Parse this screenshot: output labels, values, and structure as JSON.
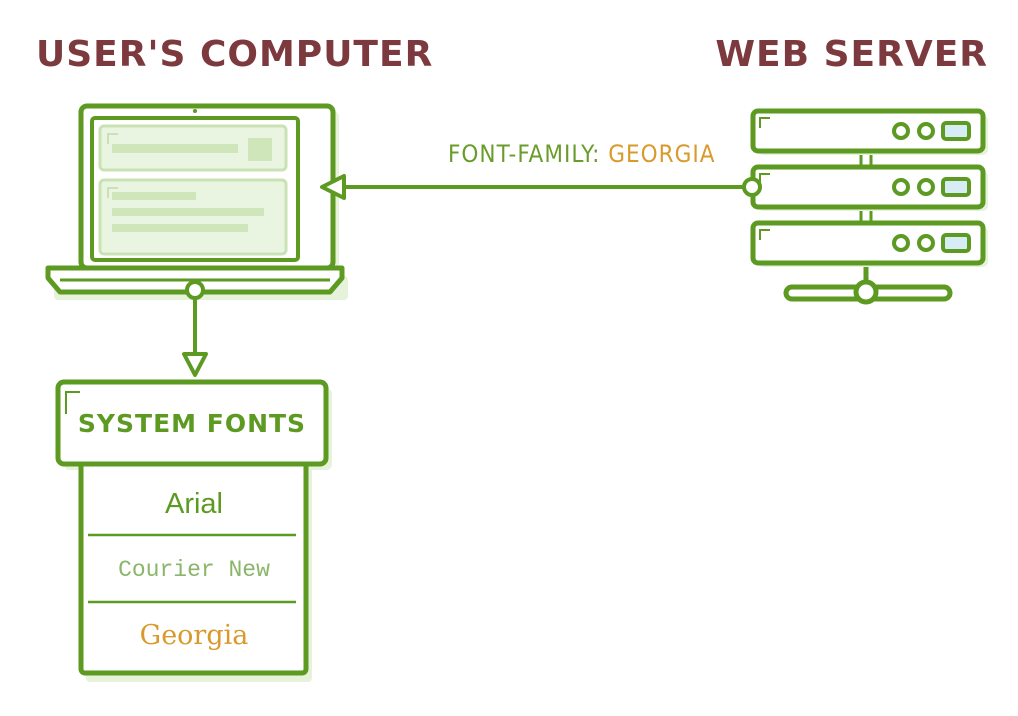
{
  "headings": {
    "users_computer": "USER'S COMPUTER",
    "web_server": "WEB SERVER"
  },
  "connection": {
    "property": "FONT-FAMILY:",
    "value": "GEORGIA"
  },
  "system_fonts": {
    "title": "SYSTEM FONTS",
    "items": [
      "Arial",
      "Courier New",
      "Georgia"
    ]
  },
  "colors": {
    "heading": "#7d3a3e",
    "stroke": "#5d9a22",
    "shadow": "#e6f2da",
    "accent": "#d99a2b",
    "screen_fill": "#e5f2db",
    "indicator_fill": "#d8ecf6"
  }
}
